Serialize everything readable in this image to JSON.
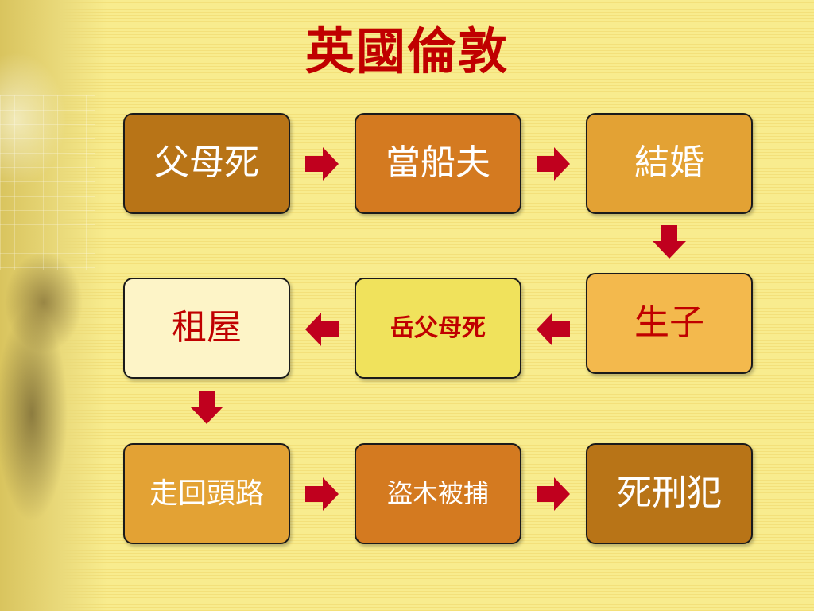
{
  "title": "英國倫敦",
  "colors": {
    "title": "#c00000",
    "arrow": "#c0001e",
    "node_dark": "#b87417",
    "node_orange": "#d47a20",
    "node_amber": "#e3a234",
    "node_light_orange": "#f3b94d",
    "node_yellow": "#f0e25c",
    "node_cream": "#fdf4c7"
  },
  "nodes": [
    {
      "id": "n1",
      "label": "父母死"
    },
    {
      "id": "n2",
      "label": "當船夫"
    },
    {
      "id": "n3",
      "label": "結婚"
    },
    {
      "id": "n4",
      "label": "生子"
    },
    {
      "id": "n5",
      "label": "岳父母死"
    },
    {
      "id": "n6",
      "label": "租屋"
    },
    {
      "id": "n7",
      "label": "走回頭路"
    },
    {
      "id": "n8",
      "label": "盜木被捕"
    },
    {
      "id": "n9",
      "label": "死刑犯"
    }
  ],
  "edges": [
    {
      "from": "n1",
      "to": "n2"
    },
    {
      "from": "n2",
      "to": "n3"
    },
    {
      "from": "n3",
      "to": "n4"
    },
    {
      "from": "n4",
      "to": "n5"
    },
    {
      "from": "n5",
      "to": "n6"
    },
    {
      "from": "n6",
      "to": "n7"
    },
    {
      "from": "n7",
      "to": "n8"
    },
    {
      "from": "n8",
      "to": "n9"
    }
  ]
}
